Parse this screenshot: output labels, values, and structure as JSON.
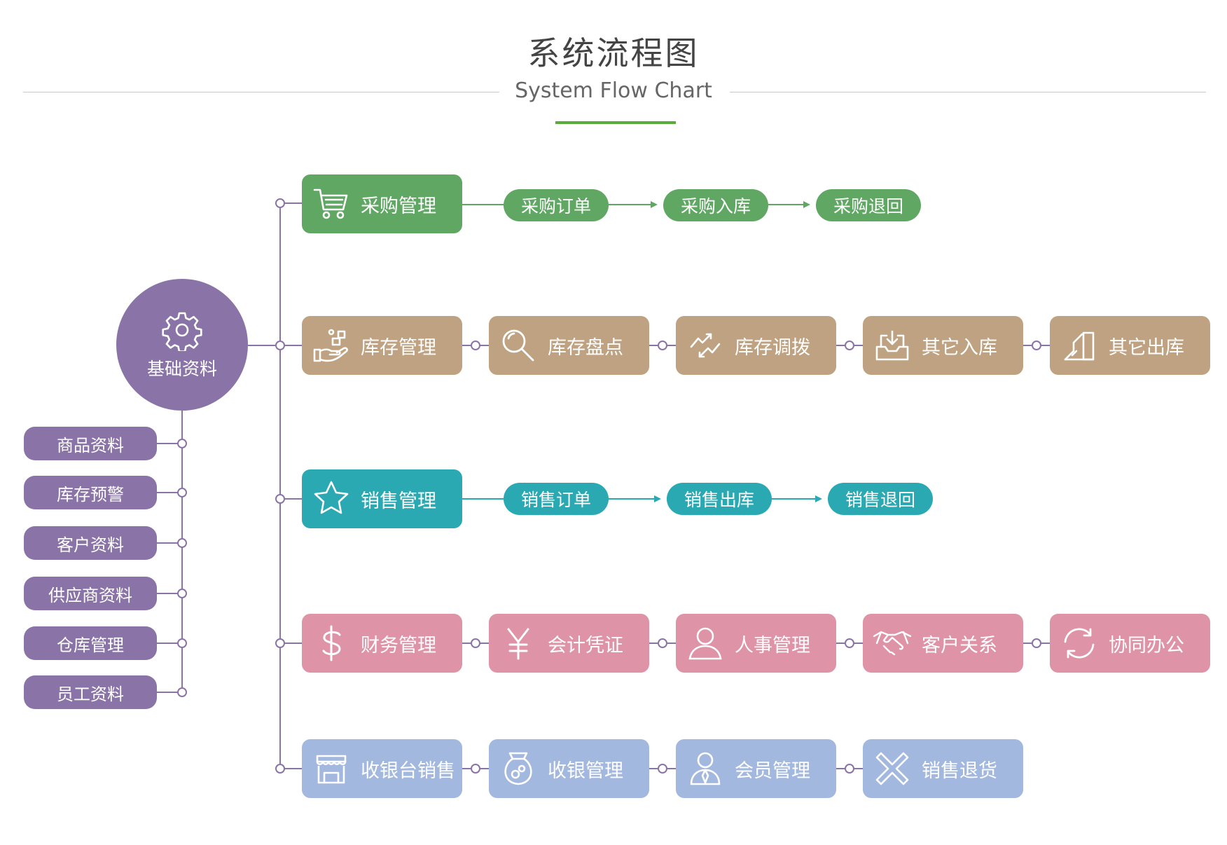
{
  "header": {
    "title_cn": "系统流程图",
    "title_en": "System Flow Chart"
  },
  "colors": {
    "purple": "#8a73a6",
    "green": "#5fa763",
    "tan": "#bfa281",
    "teal": "#2aa9b3",
    "pink": "#de93a7",
    "blue": "#a3b8de"
  },
  "hub": {
    "label": "基础资料",
    "icon": "gear-icon"
  },
  "base_items": [
    "商品资料",
    "库存预警",
    "客户资料",
    "供应商资料",
    "仓库管理",
    "员工资料"
  ],
  "rows": [
    {
      "id": "purchase",
      "color": "#5fa763",
      "node": {
        "label": "采购管理",
        "icon": "cart-icon"
      },
      "steps": [
        "采购订单",
        "采购入库",
        "采购退回"
      ]
    },
    {
      "id": "inventory",
      "color": "#bfa281",
      "nodes": [
        {
          "label": "库存管理",
          "icon": "hand-boxes-icon"
        },
        {
          "label": "库存盘点",
          "icon": "magnifier-icon"
        },
        {
          "label": "库存调拨",
          "icon": "transfer-arrows-icon"
        },
        {
          "label": "其它入库",
          "icon": "inbox-in-icon"
        },
        {
          "label": "其它出库",
          "icon": "outbound-icon"
        }
      ]
    },
    {
      "id": "sales",
      "color": "#2aa9b3",
      "node": {
        "label": "销售管理",
        "icon": "star-icon"
      },
      "steps": [
        "销售订单",
        "销售出库",
        "销售退回"
      ]
    },
    {
      "id": "finance",
      "color": "#de93a7",
      "nodes": [
        {
          "label": "财务管理",
          "icon": "dollar-icon"
        },
        {
          "label": "会计凭证",
          "icon": "yen-icon"
        },
        {
          "label": "人事管理",
          "icon": "person-icon"
        },
        {
          "label": "客户关系",
          "icon": "handshake-icon"
        },
        {
          "label": "协同办公",
          "icon": "sync-icon"
        }
      ]
    },
    {
      "id": "pos",
      "color": "#a3b8de",
      "nodes": [
        {
          "label": "收银台销售",
          "icon": "store-icon"
        },
        {
          "label": "收银管理",
          "icon": "money-bag-icon"
        },
        {
          "label": "会员管理",
          "icon": "member-icon"
        },
        {
          "label": "销售退货",
          "icon": "cross-icon"
        }
      ]
    }
  ]
}
